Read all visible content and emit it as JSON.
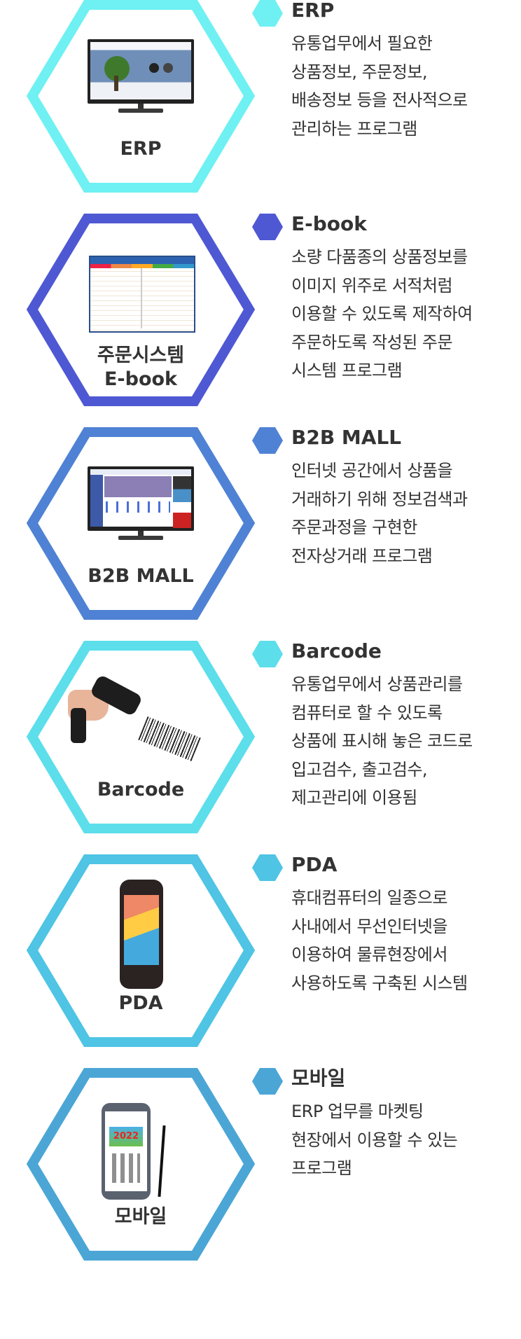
{
  "items": [
    {
      "id": "erp",
      "color": "#6ff0f2",
      "label_lines": [
        "ERP"
      ],
      "title": "ERP",
      "description": [
        "유통업무에서 필요한",
        "상품정보, 주문정보,",
        "배송정보 등을 전사적으로",
        "관리하는 프로그램"
      ],
      "image": "erp-monitor"
    },
    {
      "id": "ebook",
      "color": "#4f58d3",
      "label_lines": [
        "주문시스템",
        "E-book"
      ],
      "title": "E-book",
      "description": [
        "소량 다품종의 상품정보를",
        "이미지 위주로 서적처럼",
        "이용할 수 있도록 제작하여",
        "주문하도록 작성된 주문",
        "시스템 프로그램"
      ],
      "image": "ebook-screen"
    },
    {
      "id": "b2b",
      "color": "#4f82d4",
      "label_lines": [
        "B2B MALL"
      ],
      "title": "B2B MALL",
      "description": [
        "인터넷 공간에서 상품을",
        "거래하기 위해 정보검색과",
        "주문과정을 구현한",
        "전자상거래 프로그램"
      ],
      "image": "b2b-monitor"
    },
    {
      "id": "barcode",
      "color": "#5cdeeb",
      "label_lines": [
        "Barcode"
      ],
      "title": "Barcode",
      "description": [
        "유통업무에서 상품관리를",
        "컴퓨터로 할 수 있도록",
        "상품에 표시해 놓은 코드로",
        "입고검수, 출고검수,",
        "제고관리에 이용됨"
      ],
      "image": "barcode-scanner"
    },
    {
      "id": "pda",
      "color": "#4fc4e4",
      "label_lines": [
        "PDA"
      ],
      "title": "PDA",
      "description": [
        "휴대컴퓨터의 일종으로",
        "사내에서 무선인터넷을",
        "이용하여 물류현장에서",
        "사용하도록 구축된 시스템"
      ],
      "image": "pda-device"
    },
    {
      "id": "mobile",
      "color": "#4ba6d6",
      "label_lines": [
        "모바일"
      ],
      "title": "모바일",
      "description": [
        "ERP 업무를 마켓팅",
        "현장에서 이용할 수 있는",
        "프로그램"
      ],
      "image": "mobile-phone"
    }
  ]
}
